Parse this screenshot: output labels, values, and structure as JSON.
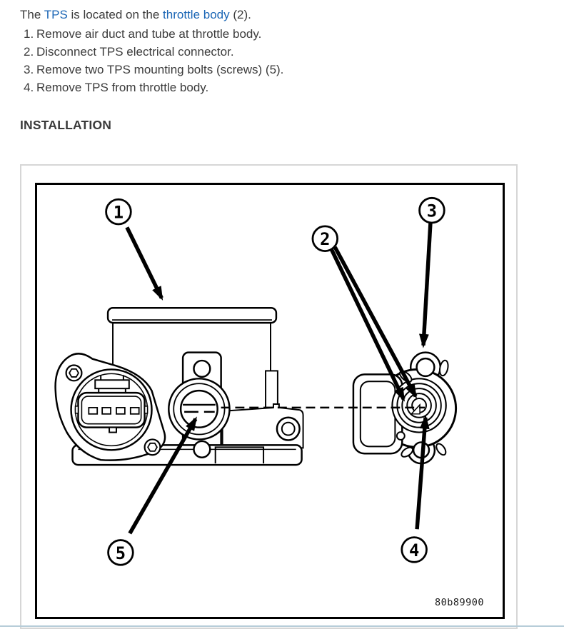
{
  "intro": {
    "part1": "The ",
    "link1": "TPS",
    "part2": " is located on the ",
    "link2": "throttle body",
    "part3": " (2)."
  },
  "steps": [
    {
      "num": "1.",
      "text": "Remove air duct and tube at throttle body."
    },
    {
      "num": "2.",
      "text": "Disconnect TPS electrical connector."
    },
    {
      "num": "3.",
      "text": "Remove two TPS mounting bolts (screws) (5)."
    },
    {
      "num": "4.",
      "text": "Remove TPS from throttle body."
    }
  ],
  "heading": "INSTALLATION",
  "figure": {
    "code": "80b89900",
    "callouts": [
      "1",
      "2",
      "3",
      "4",
      "5"
    ]
  },
  "colors": {
    "link": "#1b66b5",
    "text": "#3b3b3b",
    "frame_border": "#d6d6d6",
    "diagram_line": "#000000",
    "bottom_rule": "#b7cdd9"
  }
}
